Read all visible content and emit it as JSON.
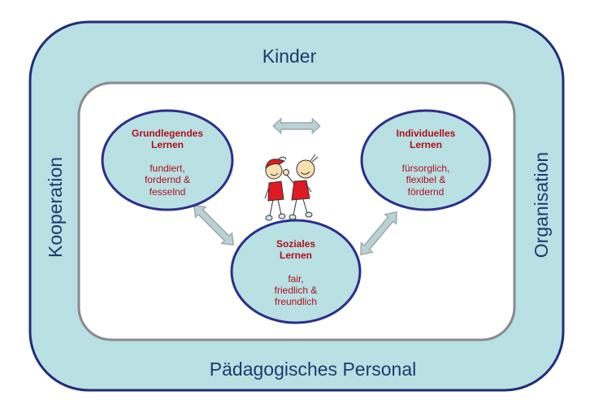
{
  "outer": {
    "top": "Kinder",
    "bottom": "Pädagogisches Personal",
    "left": "Kooperation",
    "right": "Organisation"
  },
  "circles": [
    {
      "title1": "Grundlegendes",
      "title2": "Lernen",
      "l1": "fundiert,",
      "l2": "fordernd &",
      "l3": "fesselnd"
    },
    {
      "title1": "Individuelles",
      "title2": "Lernen",
      "l1": "fürsorglich,",
      "l2": "flexibel  &",
      "l3": "fördernd"
    },
    {
      "title1": "Soziales",
      "title2": "Lernen",
      "l1": "fair,",
      "l2": "friedlich &",
      "l3": "freundlich"
    }
  ],
  "colors": {
    "fill": "#b9e0e3",
    "outer_stroke": "#1f2d7a",
    "ellipse_stroke": "#2b2f8a",
    "inner_stroke": "#8a8a8a",
    "text_red": "#b0101c",
    "text_blue": "#1f3a6e"
  }
}
